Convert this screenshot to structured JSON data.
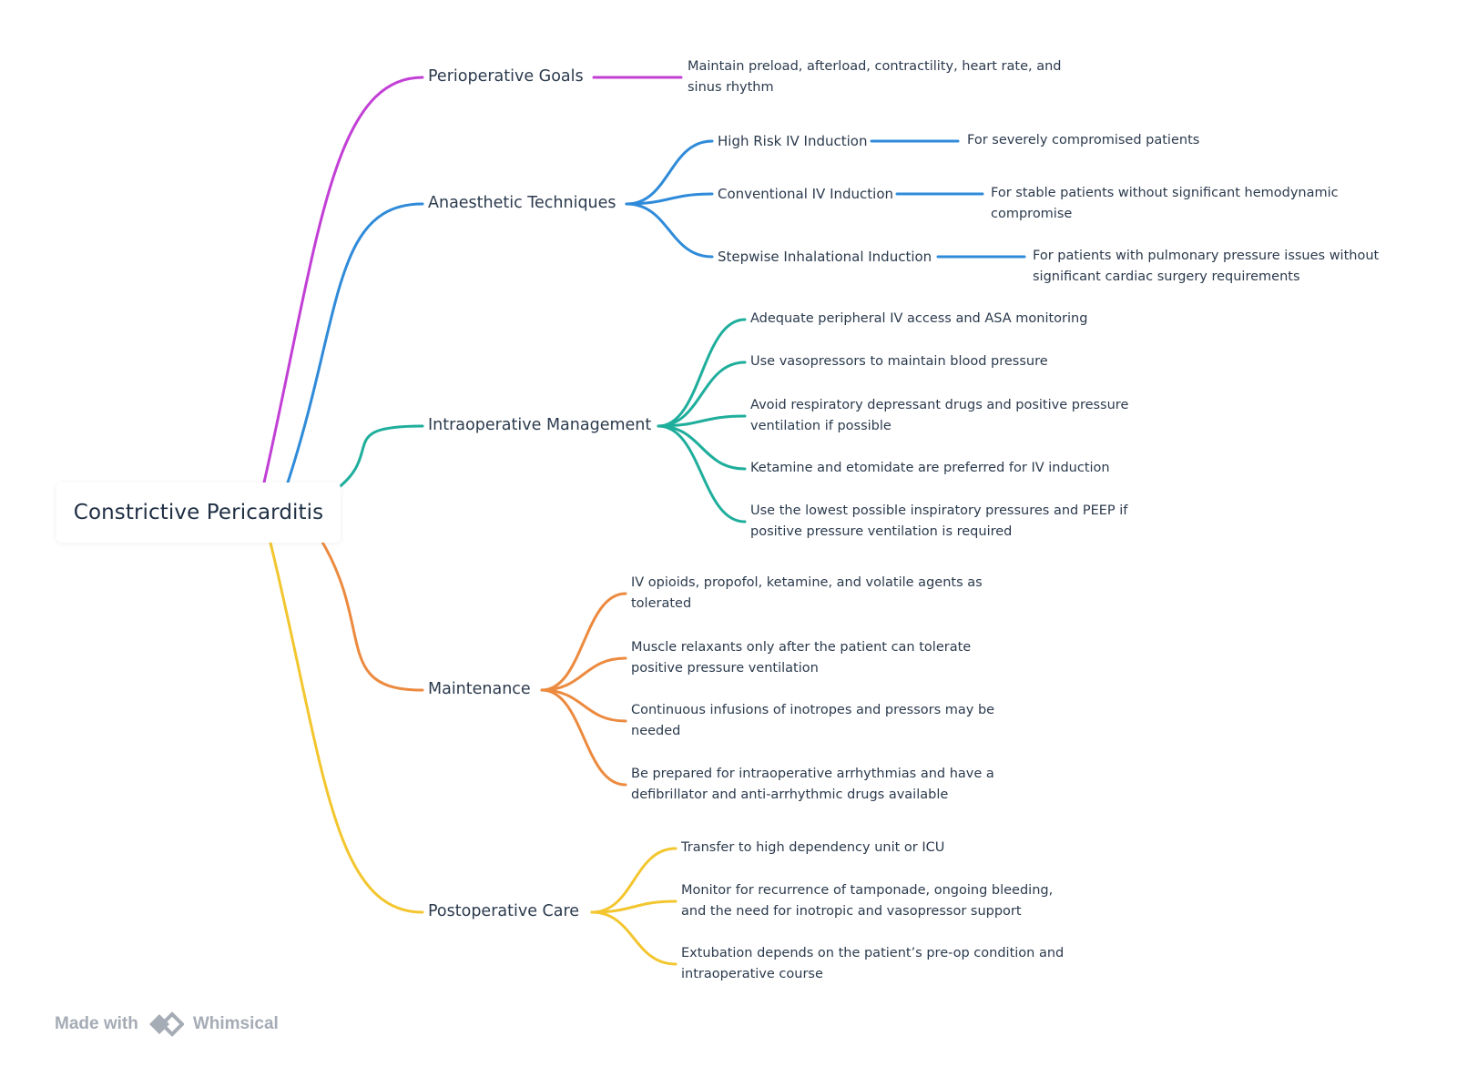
{
  "root": {
    "label": "Constrictive Pericarditis"
  },
  "branches": [
    {
      "label": "Perioperative Goals",
      "color": "#c23fd6",
      "children": [
        {
          "label": "Maintain preload, afterload, contractility, heart rate, and sinus rhythm"
        }
      ]
    },
    {
      "label": "Anaesthetic Techniques",
      "color": "#2f8bd9",
      "children": [
        {
          "label": "High Risk IV Induction",
          "children": [
            {
              "label": "For severely compromised patients"
            }
          ]
        },
        {
          "label": "Conventional IV Induction",
          "children": [
            {
              "label": "For stable patients without significant hemodynamic compromise"
            }
          ]
        },
        {
          "label": "Stepwise Inhalational Induction",
          "children": [
            {
              "label": "For patients with pulmonary pressure issues without significant cardiac surgery requirements"
            }
          ]
        }
      ]
    },
    {
      "label": "Intraoperative Management",
      "color": "#1fae9c",
      "children": [
        {
          "label": "Adequate peripheral IV access and ASA monitoring"
        },
        {
          "label": "Use vasopressors to maintain blood pressure"
        },
        {
          "label": "Avoid respiratory depressant drugs and positive pressure ventilation if possible"
        },
        {
          "label": "Ketamine and etomidate are preferred for IV induction"
        },
        {
          "label": "Use the lowest possible inspiratory pressures and PEEP if positive pressure ventilation is required"
        }
      ]
    },
    {
      "label": "Maintenance",
      "color": "#ec8a3f",
      "children": [
        {
          "label": "IV opioids, propofol, ketamine, and volatile agents as tolerated"
        },
        {
          "label": "Muscle relaxants only after the patient can tolerate positive pressure ventilation"
        },
        {
          "label": "Continuous infusions of inotropes and pressors may be needed"
        },
        {
          "label": "Be prepared for intraoperative arrhythmias and have a defibrillator and anti-arrhythmic drugs available"
        }
      ]
    },
    {
      "label": "Postoperative Care",
      "color": "#f3c62f",
      "children": [
        {
          "label": "Transfer to high dependency unit or ICU"
        },
        {
          "label": "Monitor for recurrence of tamponade, ongoing bleeding, and the need for inotropic and vasopressor support"
        },
        {
          "label": "Extubation depends on the patient’s pre-op condition and intraoperative course"
        }
      ]
    }
  ],
  "footer": {
    "made_with": "Made with",
    "brand": "Whimsical",
    "logo_icon": "whimsical-logo-icon"
  }
}
